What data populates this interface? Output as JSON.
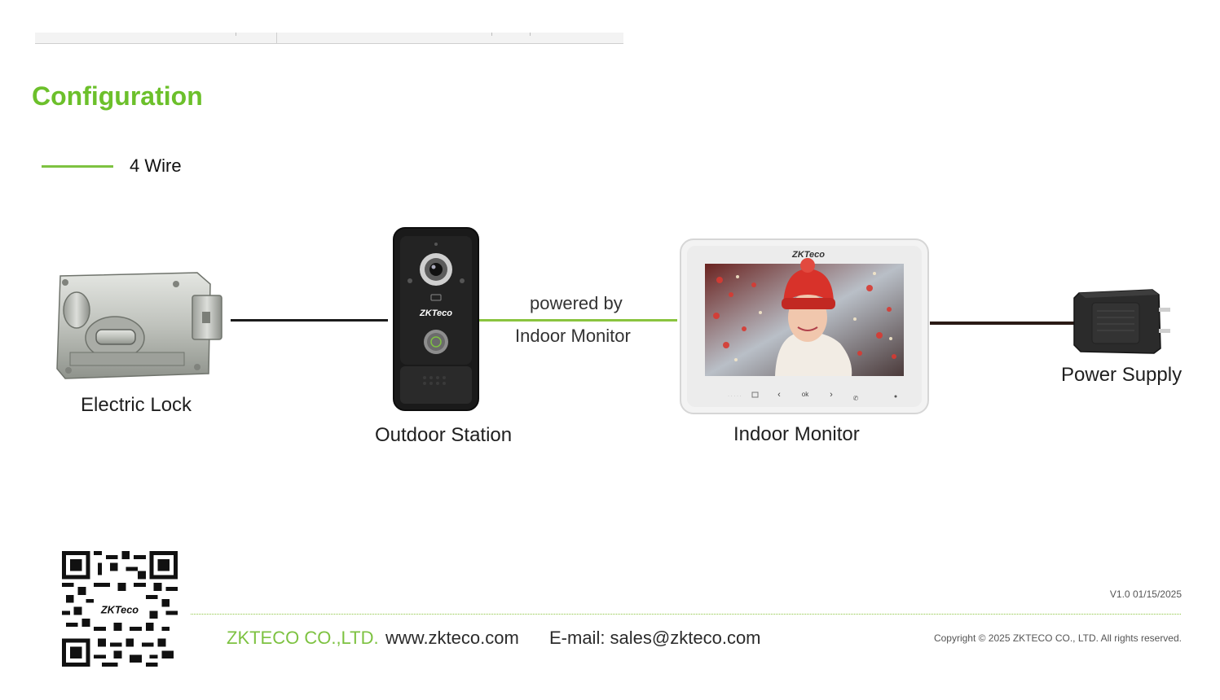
{
  "section": {
    "title": "Configuration"
  },
  "legend": {
    "label": "4 Wire",
    "color": "#7dc241"
  },
  "devices": {
    "lock": {
      "label": "Electric Lock"
    },
    "outdoor": {
      "label": "Outdoor Station",
      "brand": "ZKTeco"
    },
    "indoor": {
      "label": "Indoor Monitor",
      "brand": "ZKTeco",
      "button_ok": "ok"
    },
    "power": {
      "label": "Power Supply"
    }
  },
  "wiring": {
    "label_line1": "powered by",
    "label_line2": "Indoor Monitor"
  },
  "footer": {
    "version": "V1.0  01/15/2025",
    "company": "ZKTECO CO.,LTD.",
    "website": "www.zkteco.com",
    "email": "E-mail: sales@zkteco.com",
    "copyright": "Copyright © 2025 ZKTECO CO., LTD. All rights reserved.",
    "qr_brand": "ZKTeco"
  },
  "colors": {
    "accent_green": "#6cc02b",
    "wire_black": "#1b1b1b"
  },
  "icons": [
    "electric-lock-image",
    "outdoor-station-image",
    "indoor-monitor-image",
    "power-adapter-image",
    "qr-code-image"
  ]
}
